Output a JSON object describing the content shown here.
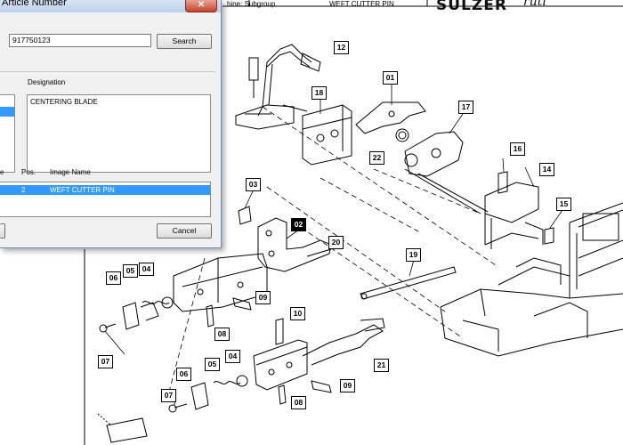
{
  "window": {
    "title": "Article Number",
    "close_glyph": "✕"
  },
  "header": {
    "subgroup": "hine: Subgroup",
    "part": "WEFT CUTTER PIN",
    "brand": "SULZER",
    "brand_sub": "ruti"
  },
  "search": {
    "value": "917750123",
    "button_label": "Search"
  },
  "designation": {
    "label": "Designation",
    "value": "CENTERING BLADE"
  },
  "results": {
    "columns": [
      "e",
      "Pos.",
      "Image Name"
    ],
    "rows": [
      {
        "pos": "2",
        "image_name": "WEFT CUTTER PIN"
      }
    ]
  },
  "buttons": {
    "cancel_label": "Cancel"
  },
  "callouts": {
    "c01": "01",
    "c02": "02",
    "c03": "03",
    "c04a": "04",
    "c04b": "04",
    "c05a": "05",
    "c05b": "05",
    "c06a": "06",
    "c06b": "06",
    "c07a": "07",
    "c07b": "07",
    "c08a": "08",
    "c08b": "08",
    "c09a": "09",
    "c09b": "09",
    "c10": "10",
    "c12": "12",
    "c14": "14",
    "c15": "15",
    "c16": "16",
    "c17": "17",
    "c18": "18",
    "c19": "19",
    "c20": "20",
    "c21": "21",
    "c22": "22"
  }
}
